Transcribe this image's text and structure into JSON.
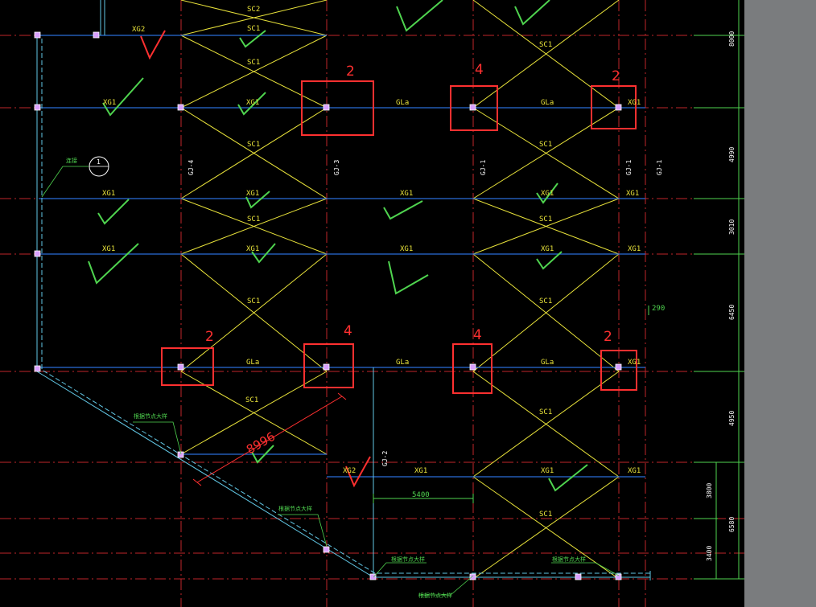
{
  "beam_labels": [
    {
      "name": "label-xg2",
      "text": "XG2"
    },
    {
      "name": "label-xg1",
      "text": "XG1"
    },
    {
      "name": "label-gla",
      "text": "GLa"
    },
    {
      "name": "label-xg2",
      "text": "XG2"
    }
  ],
  "brace_label": "SC1",
  "brace_label_top": "SC2",
  "column_labels": [
    "GJ-4",
    "GJ-3",
    "GJ-1",
    "GJ-1",
    "GJ-1",
    "GJ-2"
  ],
  "box_counts": [
    "2",
    "4",
    "2",
    "2",
    "4",
    "4",
    "2"
  ],
  "dimension_diagonal": "8996",
  "dimension_bottom": "5400",
  "dimension_small": "290",
  "right_dimensions": [
    "8000",
    "4990",
    "3010",
    "6450",
    "4950",
    "3800",
    "6580",
    "3400"
  ],
  "note_text": "连接",
  "note_symbol": "1",
  "leader_text": "根据节点大样",
  "colors": {
    "background": "#000000",
    "grid_red": "#c0262a",
    "beam_blue": "#2a6cd8",
    "brace_yellow": "#e8e23a",
    "dim_green": "#4fd44f",
    "markup_red": "#ff3030",
    "wall_cyan": "#62c8e6",
    "panel_gray": "#7a7c7e"
  }
}
